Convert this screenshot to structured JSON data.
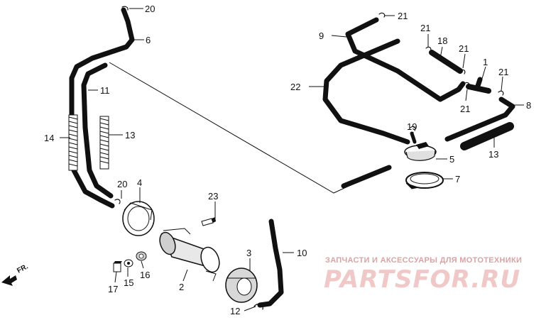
{
  "callouts": {
    "n1": "1",
    "n2": "2",
    "n3": "3",
    "n4": "4",
    "n5": "5",
    "n6": "6",
    "n7": "7",
    "n8": "8",
    "n9": "9",
    "n10": "10",
    "n11": "11",
    "n12": "12",
    "n13a": "13",
    "n13b": "13",
    "n14": "14",
    "n15": "15",
    "n16": "16",
    "n17": "17",
    "n18": "18",
    "n19": "19",
    "n20a": "20",
    "n20b": "20",
    "n21a": "21",
    "n21b": "21",
    "n21c": "21",
    "n21d": "21",
    "n21e": "21",
    "n22": "22",
    "n23": "23"
  },
  "direction": {
    "label": "FR."
  },
  "watermark": {
    "tagline": "ЗАПЧАСТИ И АКСЕССУАРЫ ДЛЯ МОТОТЕХНИКИ",
    "logo": "PARTSFOR.RU"
  },
  "colors": {
    "ink": "#111111",
    "watermark": "#f0c8c8",
    "watermark_text": "#d9a3a3"
  }
}
